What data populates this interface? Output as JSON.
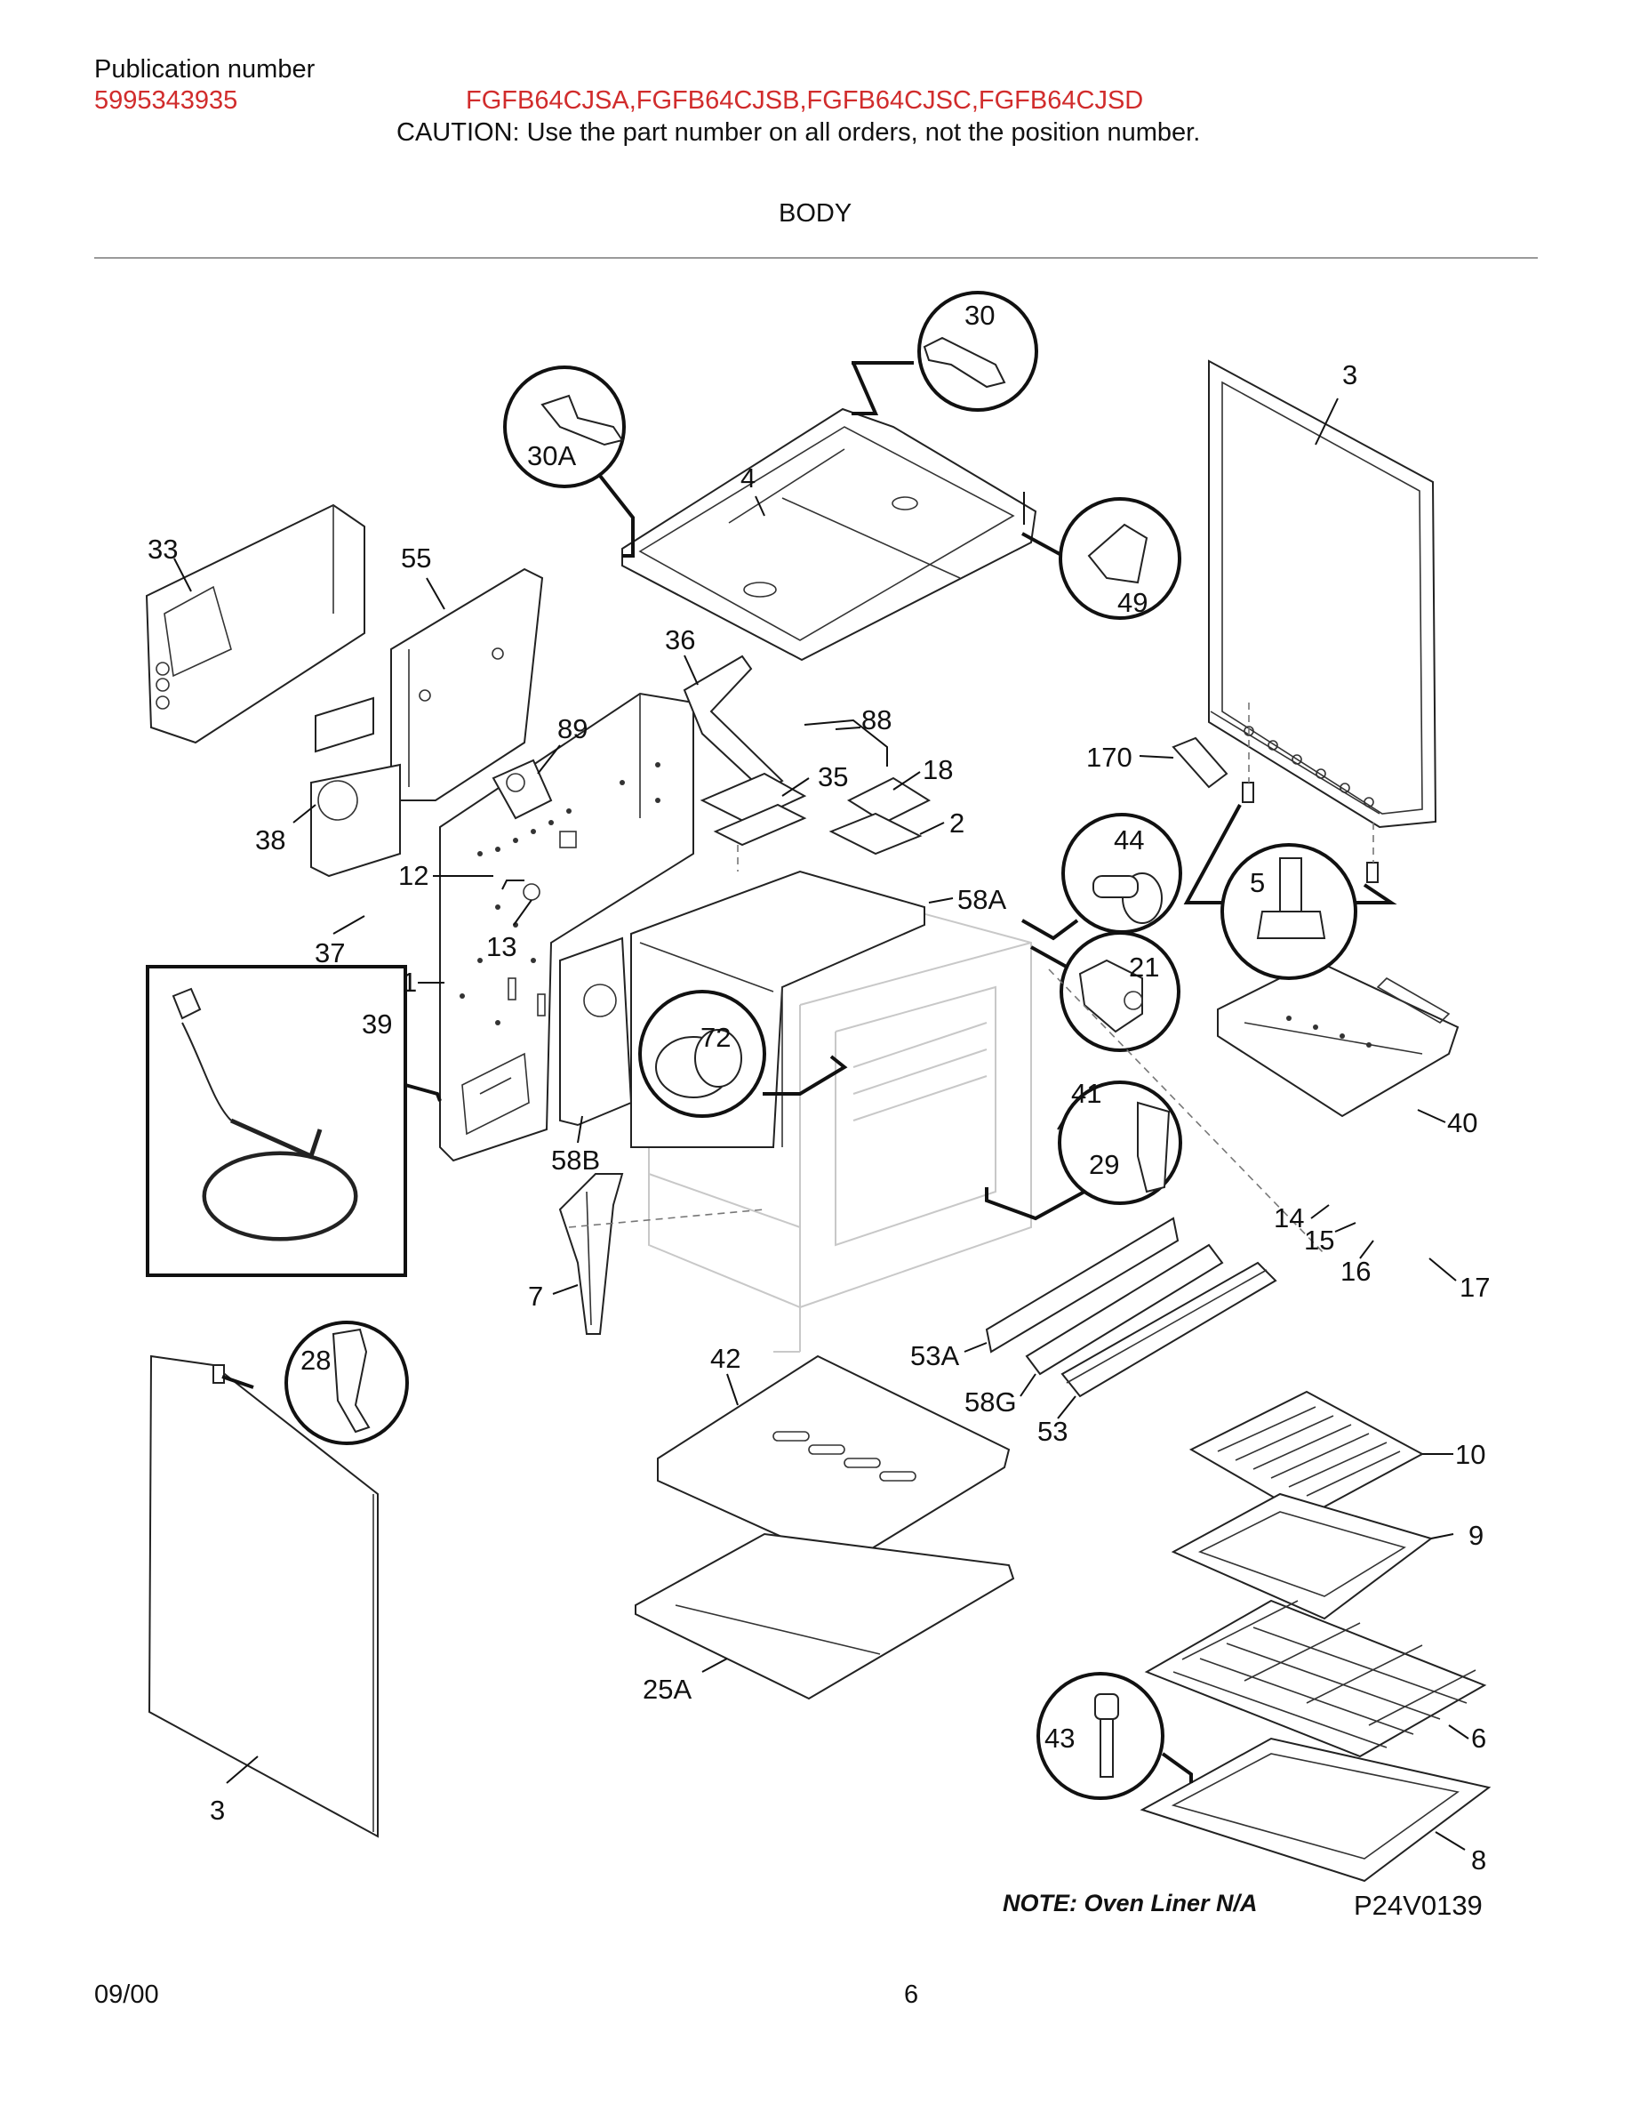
{
  "header": {
    "publication_label": "Publication number",
    "publication_number": "5995343935",
    "models": "FGFB64CJSA,FGFB64CJSB,FGFB64CJSC,FGFB64CJSD",
    "caution": "CAUTION:  Use the part number on all orders, not the position number."
  },
  "section_title": "BODY",
  "diagram": {
    "labels": {
      "p30": "30",
      "p30a": "30A",
      "p3_top": "3",
      "p4": "4",
      "p49": "49",
      "p33": "33",
      "p55": "55",
      "p36": "36",
      "p89": "89",
      "p88": "88",
      "p35": "35",
      "p18": "18",
      "p2": "2",
      "p170": "170",
      "p38": "38",
      "p12": "12",
      "p44": "44",
      "p5": "5",
      "p58a": "58A",
      "p37": "37",
      "p13": "13",
      "p21": "21",
      "p1": "1",
      "p39": "39",
      "p72": "72",
      "p40": "40",
      "p41": "41",
      "p29": "29",
      "p58b": "58B",
      "p14": "14",
      "p15": "15",
      "p16": "16",
      "p17": "17",
      "p7": "7",
      "p53a": "53A",
      "p42": "42",
      "p28": "28",
      "p58g": "58G",
      "p53": "53",
      "p10": "10",
      "p9": "9",
      "p25a": "25A",
      "p43": "43",
      "p6": "6",
      "p3_bottom": "3",
      "p8": "8"
    },
    "note": "NOTE: Oven Liner N/A",
    "drawing_code": "P24V0139"
  },
  "footer": {
    "date": "09/00",
    "page": "6"
  }
}
